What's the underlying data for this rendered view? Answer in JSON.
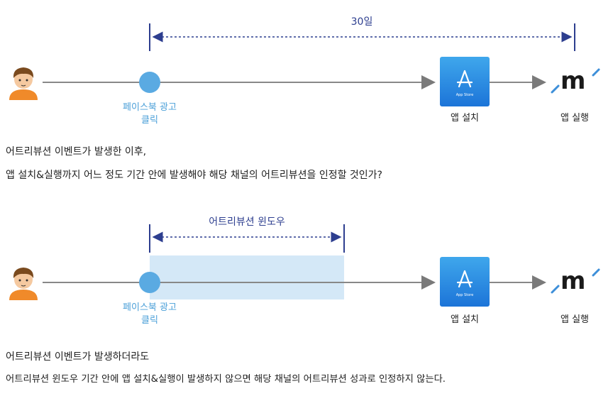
{
  "diagram1": {
    "span_label": "30일",
    "click_label_line1": "페이스북 광고",
    "click_label_line2": "클릭",
    "install_label": "앱 설치",
    "launch_label": "앱 실행",
    "appstore_text": "App Store",
    "brand_mark": "m"
  },
  "caption1": {
    "line1": "어트리뷰션 이벤트가 발생한 이후,",
    "line2": "앱 설치&실행까지 어느 정도 기간 안에 발생해야 해당 채널의 어트리뷰션을 인정할 것인가?"
  },
  "diagram2": {
    "span_label": "어트리뷰션 윈도우",
    "click_label_line1": "페이스북 광고",
    "click_label_line2": "클릭",
    "install_label": "앱 설치",
    "launch_label": "앱 실행",
    "appstore_text": "App Store",
    "brand_mark": "m"
  },
  "caption2": {
    "line1": "어트리뷰션 이벤트가 발생하더라도",
    "line2": "어트리뷰션 윈도우 기간 안에 앱 설치&실행이 발생하지 않으면 해당 채널의 어트리뷰션 성과로 인정하지 않는다."
  },
  "colors": {
    "accent_blue": "#4a9fd8",
    "span_navy": "#2d3e8f",
    "timeline_gray": "#888888",
    "window_fill": "#d4e8f7",
    "mark_dark": "#1a1a1a",
    "mark_accent": "#3d8fd9"
  }
}
